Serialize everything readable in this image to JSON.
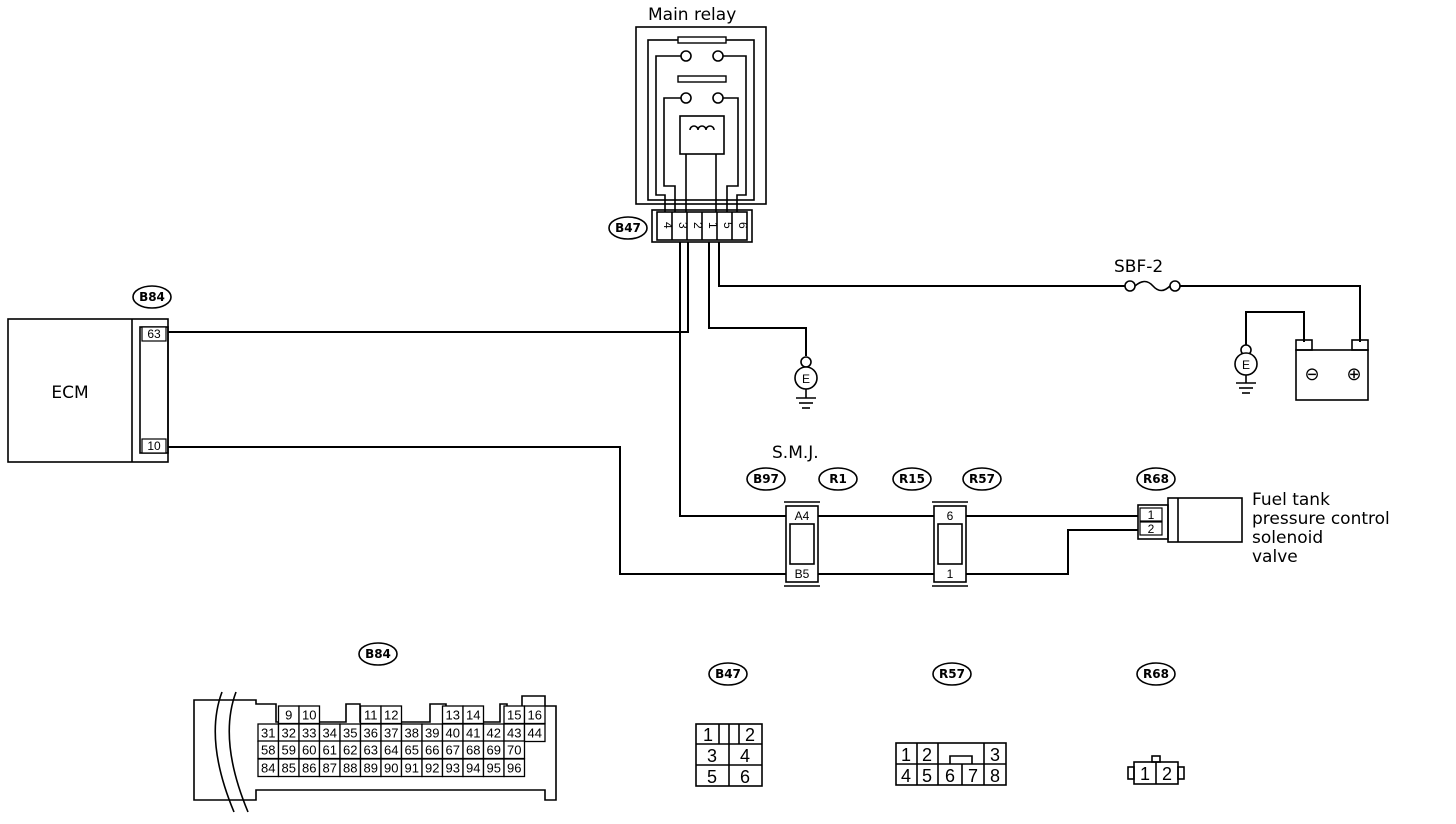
{
  "labels": {
    "main_relay": "Main relay",
    "ecm": "ECM",
    "smj": "S.M.J.",
    "sbf": "SBF-2",
    "fuel_tank_lines": [
      "Fuel tank",
      "pressure control",
      "solenoid",
      "valve"
    ]
  },
  "connectors": {
    "b47": "B47",
    "b84": "B84",
    "b97": "B97",
    "r1": "R1",
    "r15": "R15",
    "r57": "R57",
    "r68": "R68"
  },
  "ground_symbol": "E",
  "battery": {
    "minus": "⊖",
    "plus": "⊕"
  },
  "relay_pins": [
    "4",
    "3",
    "2",
    "1",
    "5",
    "6"
  ],
  "ecm_pins": {
    "top": "63",
    "bottom": "10"
  },
  "smj_pins": {
    "top": "A4",
    "bottom": "B5"
  },
  "r57_pins": {
    "top": "6",
    "bottom": "1"
  },
  "r68_pins": [
    "1",
    "2"
  ],
  "b84_face": {
    "row1": [
      "9",
      "10",
      "11",
      "12",
      "13",
      "14",
      "15",
      "16"
    ],
    "row2": [
      "31",
      "32",
      "33",
      "34",
      "35",
      "36",
      "37",
      "38",
      "39",
      "40",
      "41",
      "42",
      "43",
      "44"
    ],
    "row3": [
      "58",
      "59",
      "60",
      "61",
      "62",
      "63",
      "64",
      "65",
      "66",
      "67",
      "68",
      "69",
      "70"
    ],
    "row4": [
      "84",
      "85",
      "86",
      "87",
      "88",
      "89",
      "90",
      "91",
      "92",
      "93",
      "94",
      "95",
      "96"
    ]
  },
  "b47_face": [
    "1",
    "2",
    "3",
    "4",
    "5",
    "6"
  ],
  "r57_face": [
    "1",
    "2",
    "3",
    "4",
    "5",
    "6",
    "7",
    "8"
  ],
  "r68_face": [
    "1",
    "2"
  ]
}
